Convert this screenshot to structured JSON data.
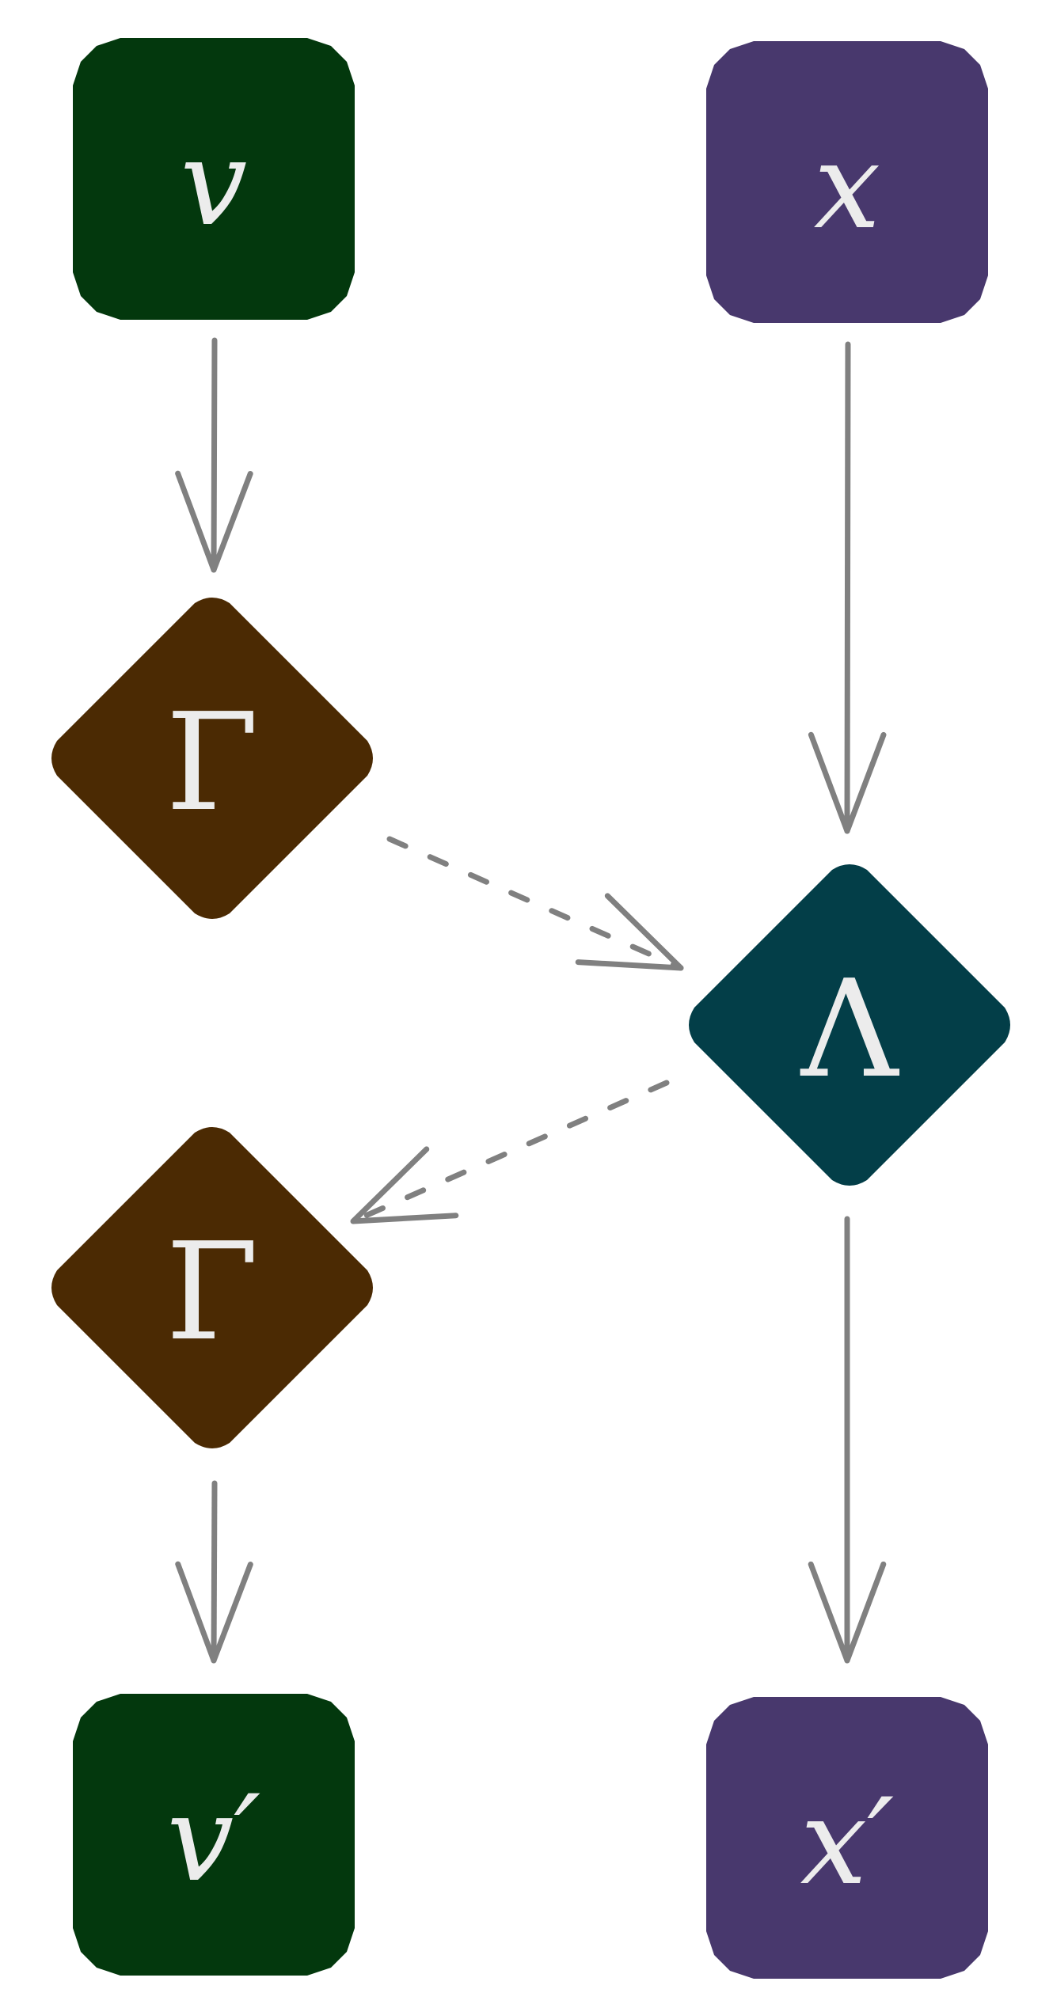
{
  "diagram": {
    "nodes": [
      {
        "id": "v",
        "label": "v",
        "shape": "rounded-square",
        "color": "#03380d"
      },
      {
        "id": "x",
        "label": "x",
        "shape": "rounded-square",
        "color": "#48386d"
      },
      {
        "id": "gamma1",
        "label": "Γ",
        "shape": "diamond",
        "color": "#4b2a03"
      },
      {
        "id": "lambda",
        "label": "Λ",
        "shape": "diamond",
        "color": "#033e48"
      },
      {
        "id": "gamma2",
        "label": "Γ",
        "shape": "diamond",
        "color": "#4b2a03"
      },
      {
        "id": "v_prime",
        "label": "v′",
        "shape": "rounded-square",
        "color": "#03380d"
      },
      {
        "id": "x_prime",
        "label": "x′",
        "shape": "rounded-square",
        "color": "#48386d"
      }
    ],
    "edges": [
      {
        "from": "v",
        "to": "gamma1",
        "style": "solid"
      },
      {
        "from": "x",
        "to": "lambda",
        "style": "solid"
      },
      {
        "from": "gamma1",
        "to": "lambda",
        "style": "dashed"
      },
      {
        "from": "lambda",
        "to": "gamma2",
        "style": "dashed"
      },
      {
        "from": "gamma2",
        "to": "v_prime",
        "style": "solid"
      },
      {
        "from": "lambda",
        "to": "x_prime",
        "style": "solid"
      }
    ],
    "edge_color": "#808080",
    "label_color": "#ececec"
  }
}
